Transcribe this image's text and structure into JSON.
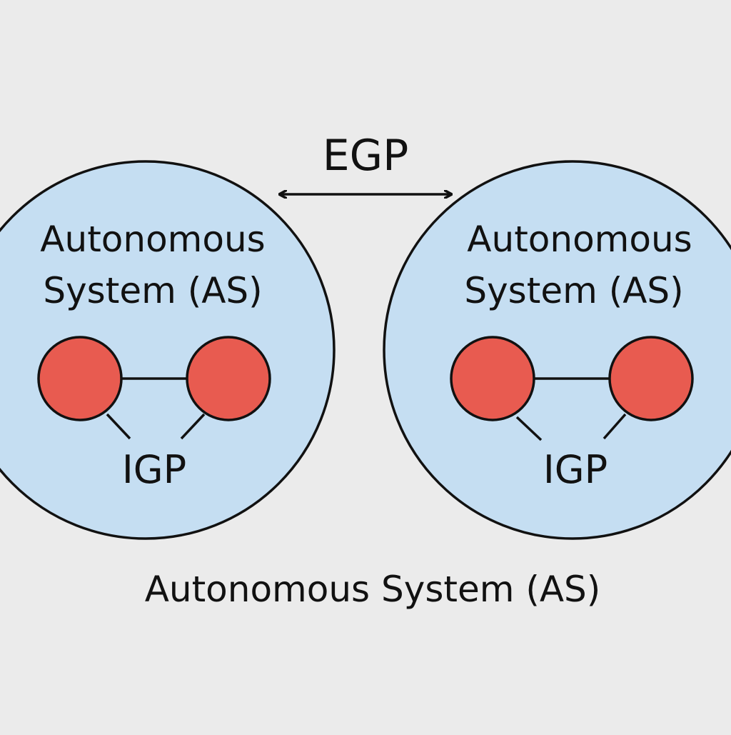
{
  "colors": {
    "background": "#ebebeb",
    "as_fill": "#c5def2",
    "router_fill": "#e85b50",
    "stroke": "#111111"
  },
  "egp_label": "EGP",
  "left_as": {
    "label_line1": "Autonomous",
    "label_line2": "System (AS)",
    "igp_label": "IGP"
  },
  "right_as": {
    "label_line1": "Autonomous",
    "label_line2": "System (AS)",
    "igp_label": "IGP"
  },
  "bottom_caption": "Autonomous System (AS)"
}
